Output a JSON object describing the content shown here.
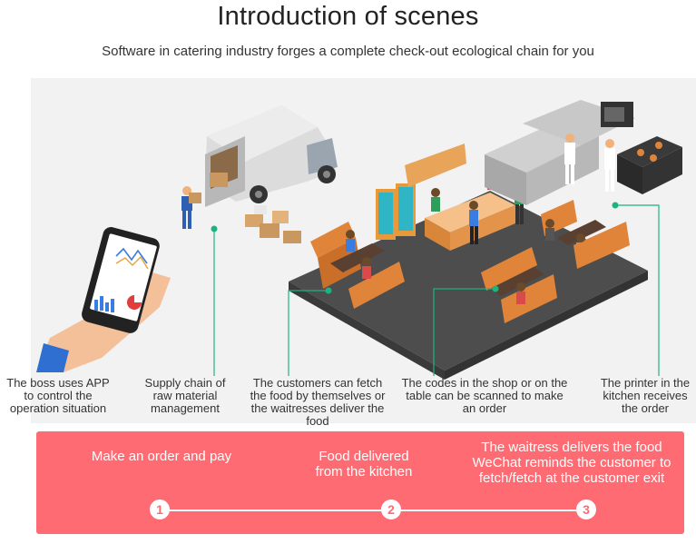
{
  "header": {
    "title": "Introduction of scenes",
    "subtitle": "Software in catering industry forges a complete check-out ecological chain for you"
  },
  "captions": [
    "The boss uses APP to control the operation situation",
    "Supply chain of raw material management",
    "The customers can fetch the food by themselves or the waitresses deliver the food",
    "The codes in the shop or on the table can be scanned to make an order",
    "The printer in the kitchen receives the order"
  ],
  "steps": [
    {
      "number": "1",
      "label": "Make an order and pay"
    },
    {
      "number": "2",
      "label": "Food delivered from the kitchen"
    },
    {
      "number": "3",
      "label": "The waitress delivers the food WeChat reminds the customer to fetch/fetch at the customer exit"
    }
  ],
  "colors": {
    "accent_green": "#1db381",
    "panel_red": "#ff6b73",
    "floor": "#4a4a4a",
    "booth": "#e0843a"
  },
  "icons": [
    "smartphone-icon",
    "delivery-van-icon",
    "delivery-worker-icon",
    "restaurant-floor-icon",
    "kitchen-icon"
  ]
}
